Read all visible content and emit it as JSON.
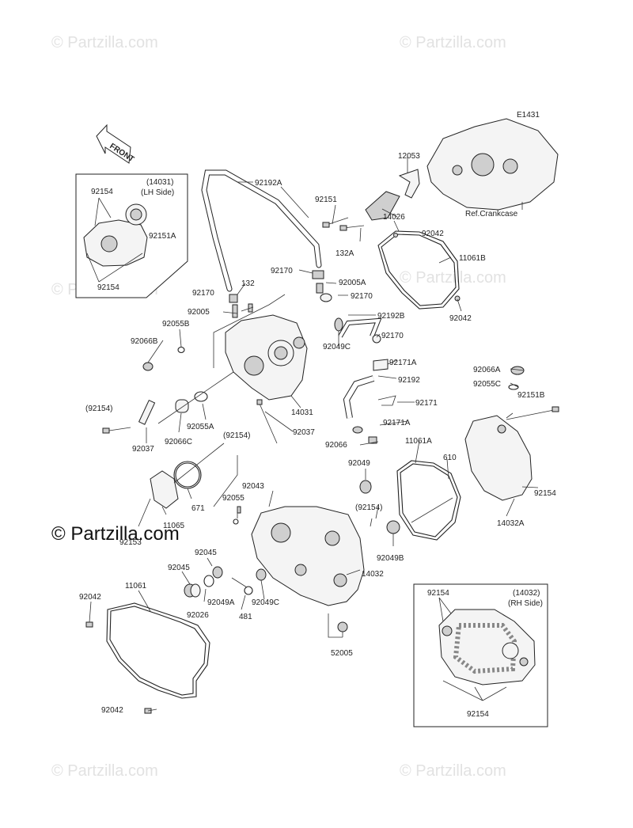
{
  "diagram_code": "E1431",
  "front_label": "FRONT",
  "watermarks": [
    "© Partzilla.com",
    "© Partzilla.com",
    "© Partzilla.com",
    "© Partzilla.com",
    "© Partzilla.com",
    "© Partzilla.com"
  ],
  "main_watermark": "© Partzilla.com",
  "inset_left": {
    "title": "(14031)",
    "subtitle": "(LH Side)",
    "labels": [
      "92154",
      "92151A",
      "92154"
    ]
  },
  "inset_right": {
    "title": "(14032)",
    "subtitle": "(RH Side)",
    "labels": [
      "92154",
      "92154"
    ]
  },
  "ref_crankcase": "Ref.Crankcase",
  "labels": {
    "l12053": "12053",
    "l92151": "92151",
    "l14026": "14026",
    "l132A": "132A",
    "l92042a": "92042",
    "l11061B": "11061B",
    "l92042b": "92042",
    "l92192A": "92192A",
    "l92170a": "92170",
    "l92005A": "92005A",
    "l92170b": "92170",
    "l132": "132",
    "l92170c": "92170",
    "l92005": "92005",
    "l92055B": "92055B",
    "l92192B": "92192B",
    "l92170d": "92170",
    "l92049C": "92049C",
    "l92066B": "92066B",
    "l92171A": "92171A",
    "l92192": "92192",
    "l92066A": "92066A",
    "l92055C": "92055C",
    "l92171": "92171",
    "l14031": "14031",
    "l92171Ab": "92171A",
    "l92151B": "92151B",
    "l92154p": "(92154)",
    "l92037": "92037",
    "l92066C": "92066C",
    "l92055A": "92055A",
    "l92154q": "(92154)",
    "l92037b": "92037",
    "l92066": "92066",
    "l11061A": "11061A",
    "l92049": "92049",
    "l610": "610",
    "l92154r": "92154",
    "l92043": "92043",
    "l92055": "92055",
    "l671": "671",
    "l11065": "11065",
    "l92153": "92153",
    "l92154s": "(92154)",
    "l14032A": "14032A",
    "l92049B": "92049B",
    "l92045": "92045",
    "l92045b": "92045",
    "l14032": "14032",
    "l92049A": "92049A",
    "l92026": "92026",
    "l481": "481",
    "l92049Cb": "92049C",
    "l11061": "11061",
    "l92042c": "92042",
    "l52005": "52005",
    "l92042d": "92042"
  },
  "colors": {
    "line": "#222222",
    "watermark": "#e2e2e2",
    "mesh": "#888888"
  }
}
